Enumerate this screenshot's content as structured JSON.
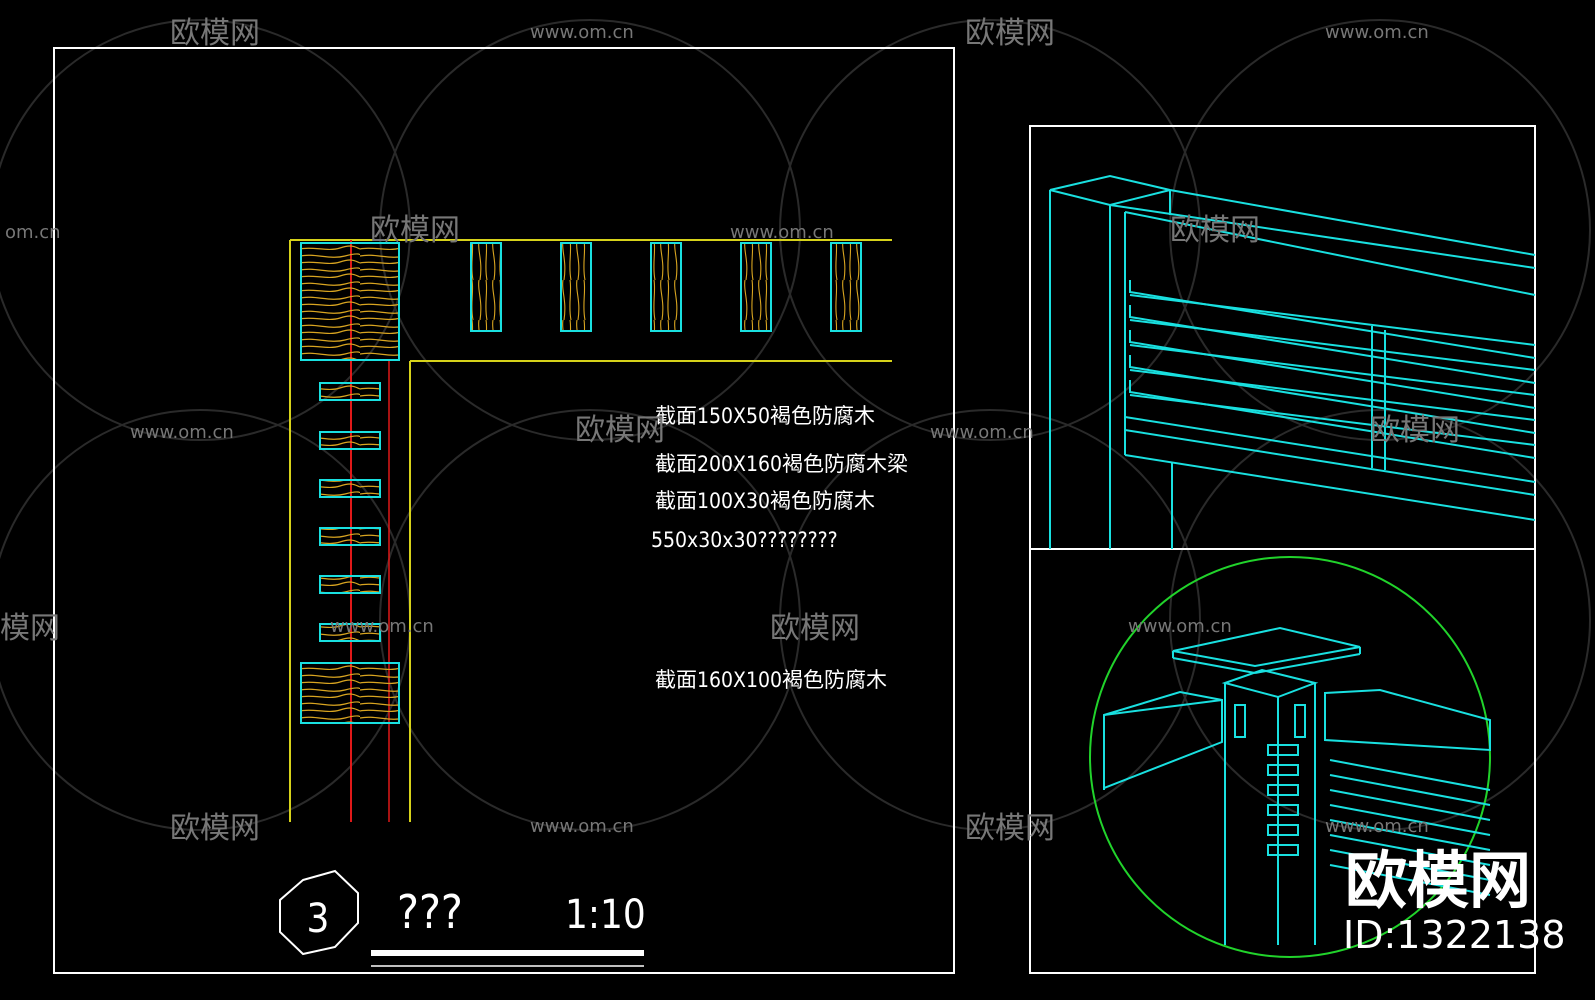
{
  "annotations": [
    "截面150X50褐色防腐木",
    "截面200X160褐色防腐木梁",
    "截面100X30褐色防腐木",
    "550x30x30????????",
    "截面160X100褐色防腐木"
  ],
  "title_block": {
    "number": "3",
    "name": "???",
    "scale": "1:10"
  },
  "watermark": {
    "brand": "欧模网",
    "url": "www.om.cn",
    "url_cropped": "om.cn",
    "brand_cropped": "模网",
    "id": "ID:1322138"
  },
  "colors": {
    "background": "#000000",
    "frame": "#ffffff",
    "yellow_lines": "#d6d21a",
    "cyan_lines": "#19e0e0",
    "red_centerline": "#e01919",
    "wood_grain": "#d9a520",
    "green_circle": "#21d32b"
  }
}
